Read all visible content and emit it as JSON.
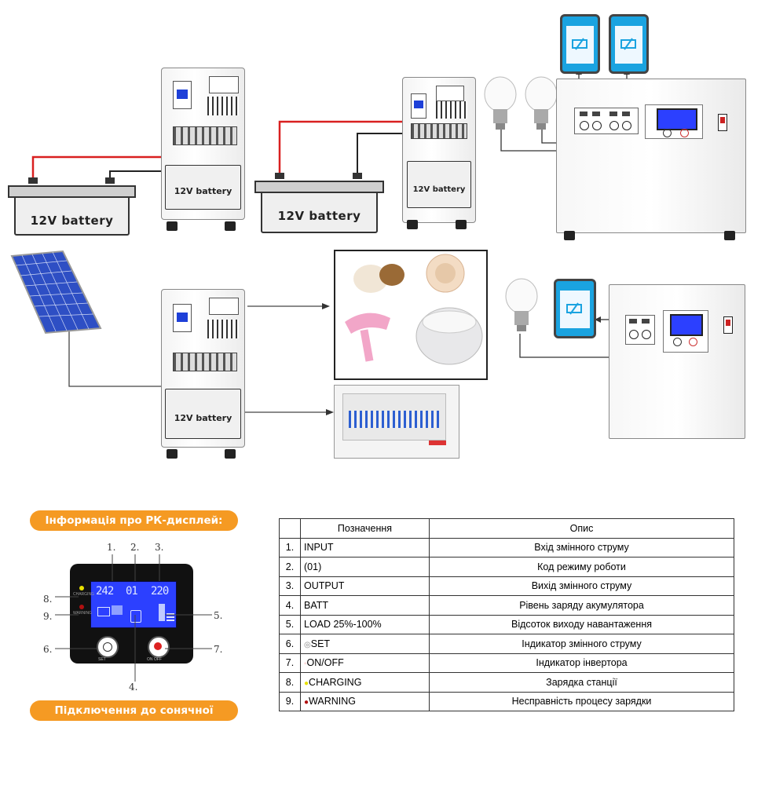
{
  "batteries": {
    "label": "12V battery"
  },
  "lcd_section": {
    "title": "Інформація про РК-дисплей:",
    "screen_values": {
      "input": "242",
      "mode": "01",
      "output": "220"
    },
    "led_labels": {
      "charging": "CHARGING",
      "warning": "WARNING"
    },
    "button_labels": {
      "set": "SET",
      "onoff": "ON OFF"
    },
    "callouts": [
      "1.",
      "2.",
      "3.",
      "4.",
      "5.",
      "6.",
      "7.",
      "8.",
      "9."
    ]
  },
  "solar_section": {
    "title": "Підключення до сонячної батареї:"
  },
  "legend_table": {
    "headers": [
      "",
      "Позначення",
      "Опис"
    ],
    "rows": [
      {
        "num": "1.",
        "symbol": "",
        "name": "INPUT",
        "desc": "Вхід змінного струму"
      },
      {
        "num": "2.",
        "symbol": "",
        "name": "(01)",
        "desc": "Код режиму роботи"
      },
      {
        "num": "3.",
        "symbol": "",
        "name": "OUTPUT",
        "desc": "Вихід змінного струму"
      },
      {
        "num": "4.",
        "symbol": "",
        "name": "BATT",
        "desc": "Рівень заряду акумулятора"
      },
      {
        "num": "5.",
        "symbol": "",
        "name": "LOAD 25%-100%",
        "desc": "Відсоток виходу навантаження"
      },
      {
        "num": "6.",
        "symbol": "◎",
        "name": "SET",
        "desc": "Індикатор змінного струму"
      },
      {
        "num": "7.",
        "symbol": "◦",
        "name": "ON/OFF",
        "desc": "Індикатор інвертора"
      },
      {
        "num": "8.",
        "symbol": "●",
        "name": "CHARGING",
        "desc": "Зарядка станції"
      },
      {
        "num": "9.",
        "symbol": "●",
        "name": "WARNING",
        "desc": "Несправність процесу зарядки"
      }
    ],
    "symbol_colors": {
      "set": "#888888",
      "onoff": "#f4a0a0",
      "charging": "#e8e000",
      "warning": "#b01010"
    }
  },
  "colors": {
    "accent_orange": "#f59a23",
    "lcd_blue": "#2c40ff",
    "wire_red": "#d92020",
    "phone_blue": "#1aa3e0"
  }
}
